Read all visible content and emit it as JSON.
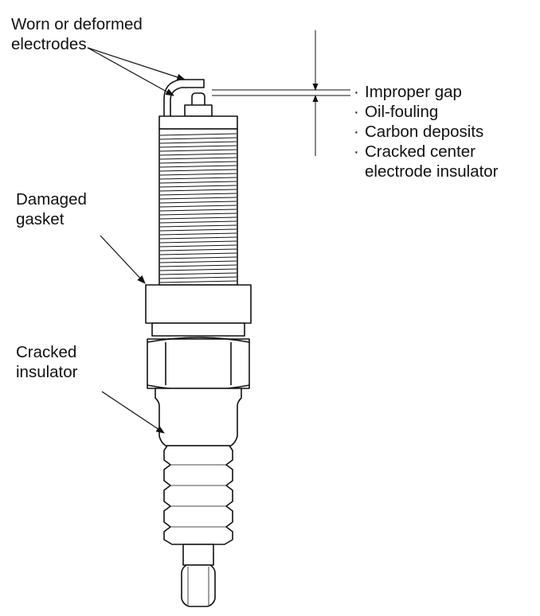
{
  "labels": {
    "worn_line1": "Worn or deformed",
    "worn_line2": "electrodes",
    "gasket_line1": "Damaged",
    "gasket_line2": "gasket",
    "insulator_line1": "Cracked",
    "insulator_line2": "insulator"
  },
  "gap_checks": {
    "bullet": "·",
    "items": [
      "Improper gap",
      "Oil-fouling",
      "Carbon deposits",
      "Cracked center"
    ],
    "continuation": "electrode insulator"
  },
  "colors": {
    "line": "#111111",
    "background": "#ffffff"
  }
}
